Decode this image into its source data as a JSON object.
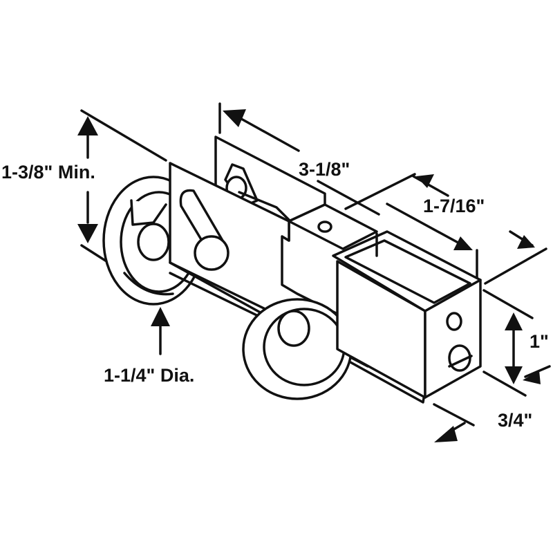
{
  "diagram": {
    "line_color": "#111111",
    "fill_color": "#ffffff",
    "dimensions": {
      "height_min": "1-3/8\" Min.",
      "length": "3-1/8\"",
      "width": "1-7/16\"",
      "body_height": "1\"",
      "depth": "3/4\"",
      "wheel_diameter": "1-1/4\" Dia."
    }
  }
}
